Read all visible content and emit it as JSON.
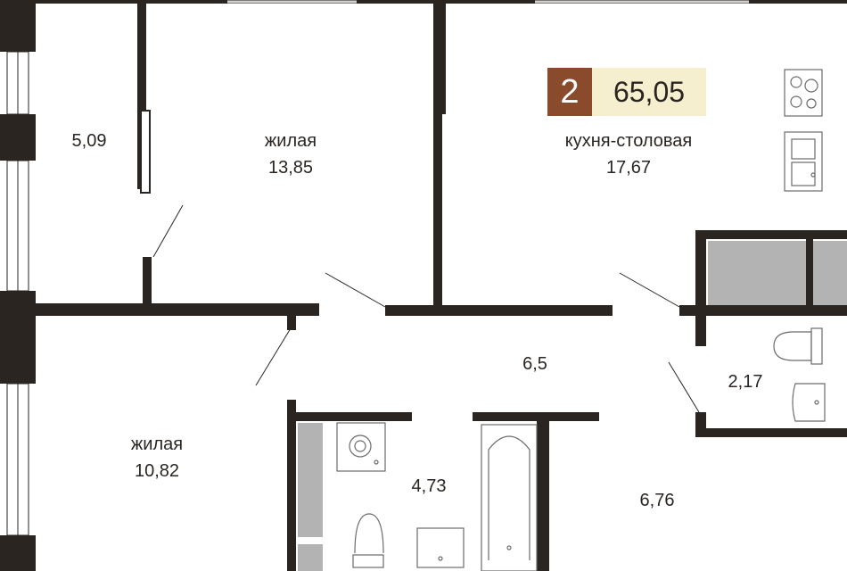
{
  "summary": {
    "rooms_count": "2",
    "total_area": "65,05",
    "colors": {
      "rooms_badge": "#8a4a2c",
      "area_badge": "#f5efcf",
      "walls": "#2a2520"
    }
  },
  "rooms": {
    "balcony": {
      "area": "5,09"
    },
    "bedroom1": {
      "type": "жилая",
      "area": "13,85"
    },
    "kitchen": {
      "type": "кухня-столовая",
      "area": "17,67"
    },
    "hallway": {
      "area": "6,5"
    },
    "toilet": {
      "area": "2,17"
    },
    "bedroom2": {
      "type": "жилая",
      "area": "10,82"
    },
    "bathroom": {
      "area": "4,73"
    },
    "entrance": {
      "area": "6,76"
    }
  },
  "fixtures": [
    "cooktop-icon",
    "sink-icon",
    "toilet-icon",
    "washbasin-icon",
    "washing-machine-icon",
    "bathtub-icon"
  ]
}
